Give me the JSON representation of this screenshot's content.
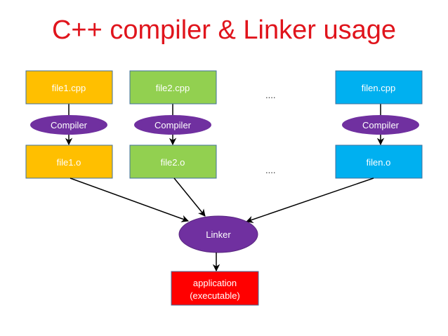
{
  "title": "C++ compiler & Linker usage",
  "colors": {
    "title": "#e0141c",
    "file1": "#ffbf00",
    "file2": "#92d050",
    "filen": "#00b0f0",
    "process": "#7030a0",
    "output": "#ff0000",
    "box_border": "#41719c",
    "arrow": "#000000"
  },
  "columns": [
    {
      "source": "file1.cpp",
      "step": "Compiler",
      "object": "file1.o"
    },
    {
      "source": "file2.cpp",
      "step": "Compiler",
      "object": "file2.o"
    },
    {
      "source": "filen.cpp",
      "step": "Compiler",
      "object": "filen.o"
    }
  ],
  "ellipsis_top": "....",
  "ellipsis_bottom": "....",
  "linker": "Linker",
  "output": {
    "line1": "application",
    "line2": "(executable)"
  }
}
